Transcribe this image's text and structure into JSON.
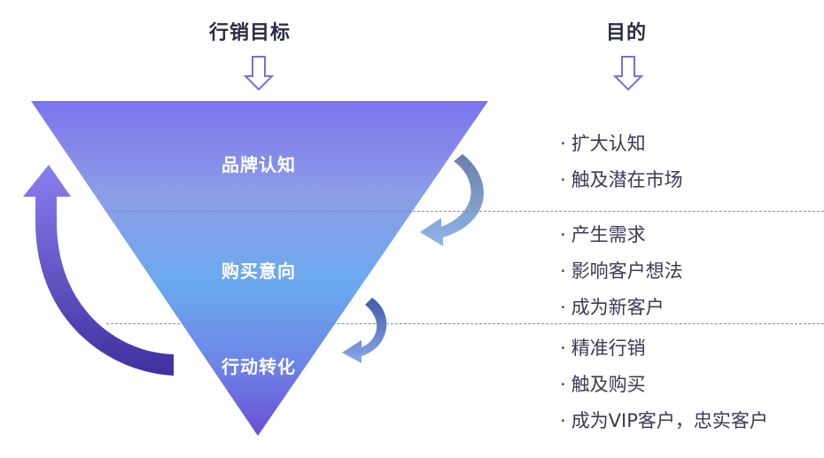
{
  "headers": {
    "marketing_goal": "行销目标",
    "purpose": "目的"
  },
  "funnel": {
    "tiers": [
      {
        "label": "品牌认知"
      },
      {
        "label": "购买意向"
      },
      {
        "label": "行动转化"
      }
    ]
  },
  "purposes": [
    {
      "group": 1,
      "items": [
        "扩大认知",
        "触及潜在市场"
      ]
    },
    {
      "group": 2,
      "items": [
        "产生需求",
        "影响客户想法",
        "成为新客户"
      ]
    },
    {
      "group": 3,
      "items": [
        "精准行销",
        "触及购买",
        "成为VIP客户，忠实客户"
      ]
    }
  ],
  "bullet": "·",
  "colors": {
    "funnel_top": "#7b74ec",
    "funnel_mid": "#6aa9ee",
    "funnel_bottom": "#6a4fd6",
    "header_text": "#2b2b48",
    "item_text": "#3a3a55"
  }
}
